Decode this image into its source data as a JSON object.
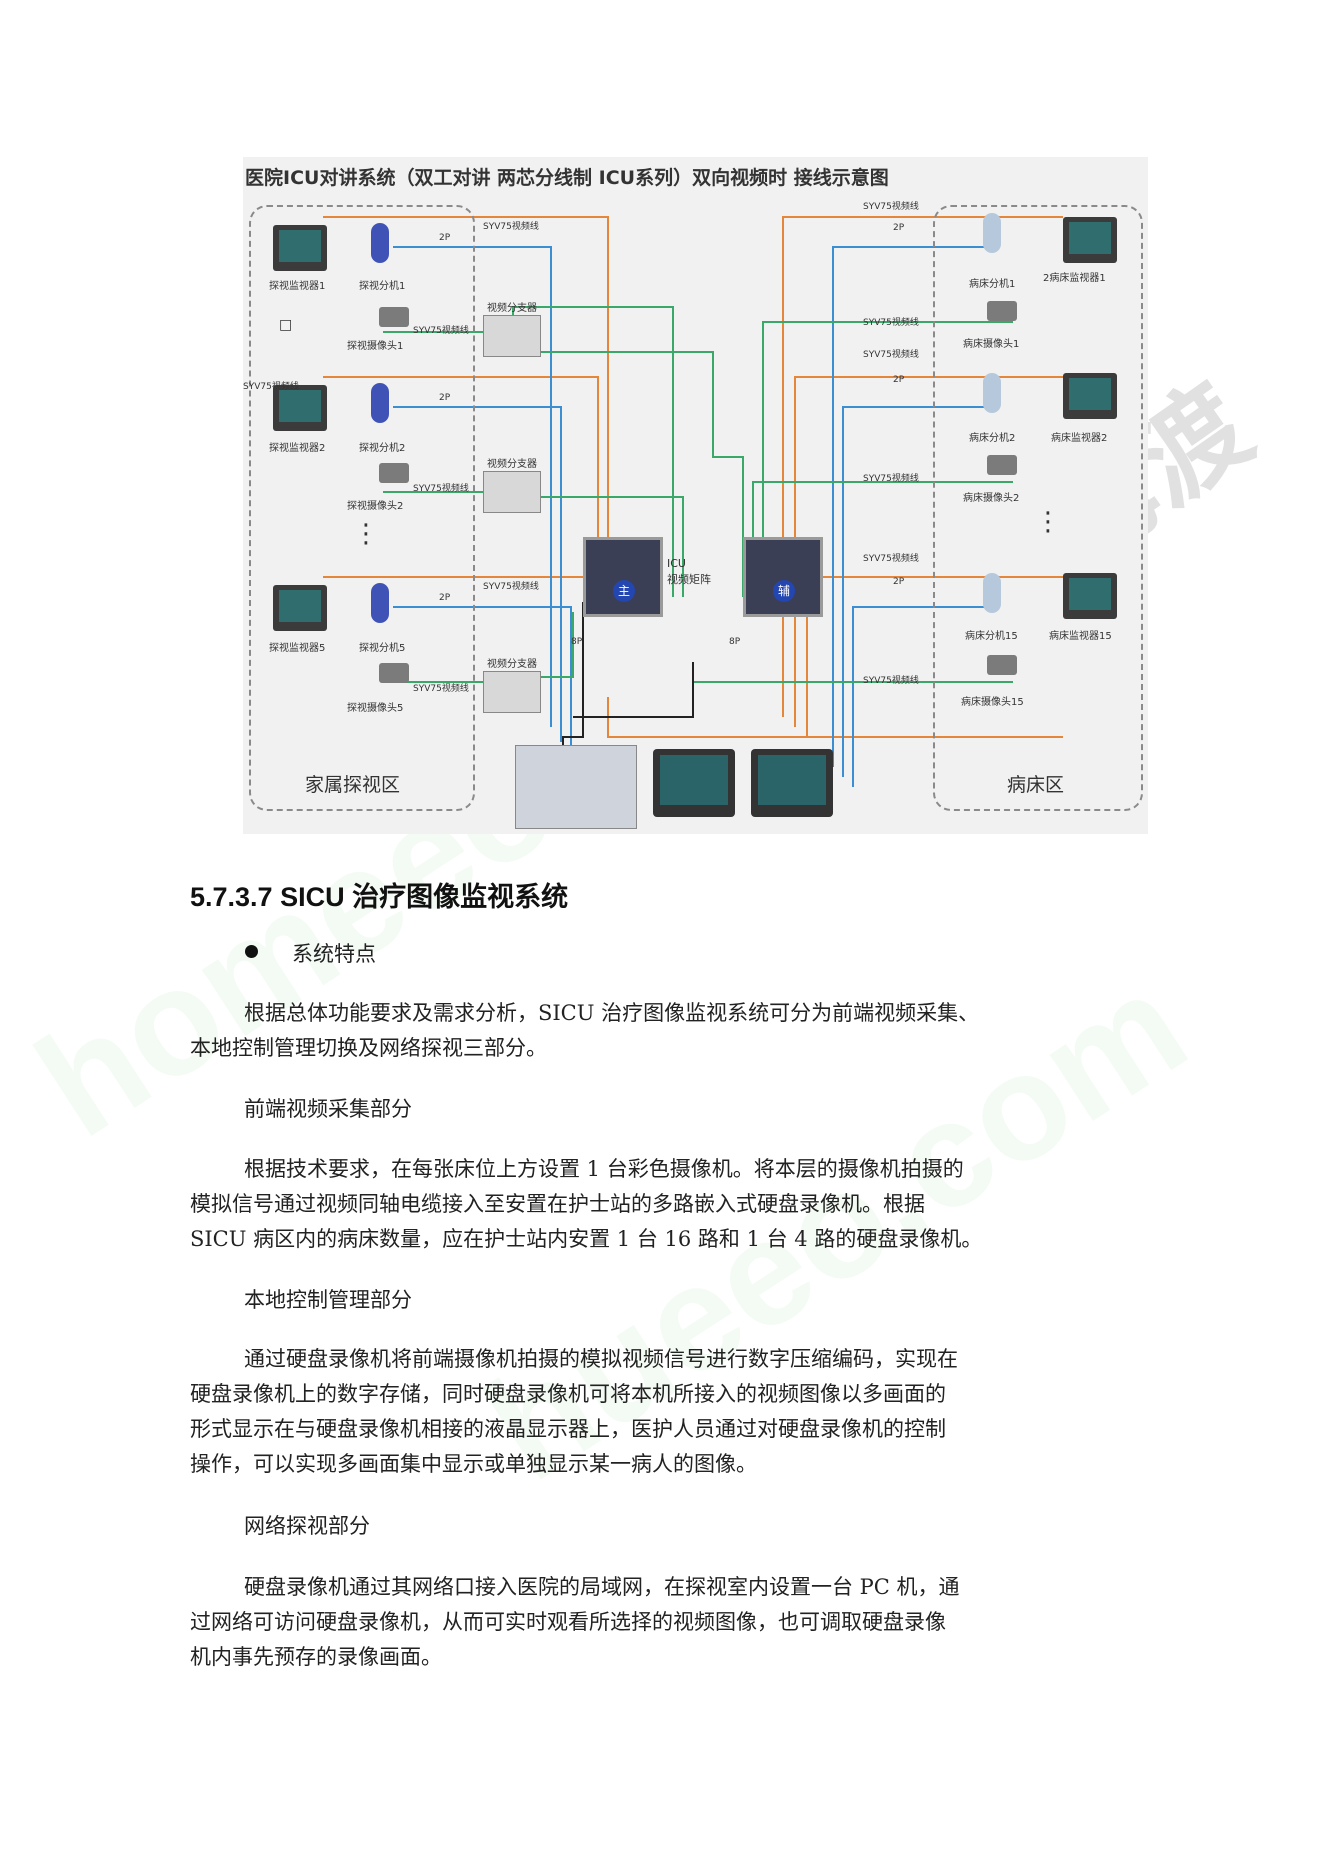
{
  "diagram": {
    "title": "医院ICU对讲系统（双工对讲 两芯分线制 ICU系列）双向视频时 接线示意图",
    "left_zone_label": "家属探视区",
    "right_zone_label": "病床区",
    "left_devices": [
      {
        "monitor": "探视监视器1",
        "phone": "探视分机1",
        "camera": "探视摄像头1"
      },
      {
        "monitor": "探视监视器2",
        "phone": "探视分机2",
        "camera": "探视摄像头2"
      },
      {
        "monitor": "探视监视器5",
        "phone": "探视分机5",
        "camera": "探视摄像头5"
      }
    ],
    "right_devices": [
      {
        "phone": "病床分机1",
        "monitor": "2病床监视器1",
        "camera": "病床摄像头1"
      },
      {
        "phone": "病床分机2",
        "monitor": "病床监视器2",
        "camera": "病床摄像头2"
      },
      {
        "phone": "病床分机15",
        "monitor": "病床监视器15",
        "camera": "病床摄像头15"
      }
    ],
    "splitter_label": "视频分支器",
    "cable_label": "SYV75视频线",
    "wire_2p": "2P",
    "wire_8p": "8P",
    "matrix_label_line1": "ICU",
    "matrix_label_line2": "视频矩阵",
    "matrix_main": "主",
    "matrix_aux": "辅",
    "dots": "⋮",
    "small_box": "□"
  },
  "watermark": {
    "text1": "homeeo.com",
    "text2": "hueeo.com",
    "cjk": "河姆渡"
  },
  "section": {
    "heading": "5.7.3.7 SICU 治疗图像监视系统",
    "bullet": "系统特点",
    "p1_line1": "根据总体功能要求及需求分析，SICU 治疗图像监视系统可分为前端视频采集、",
    "p1_line2": "本地控制管理切换及网络探视三部分。",
    "sub1": "前端视频采集部分",
    "p2_line1": "根据技术要求，在每张床位上方设置 1 台彩色摄像机。将本层的摄像机拍摄的",
    "p2_line2": "模拟信号通过视频同轴电缆接入至安置在护士站的多路嵌入式硬盘录像机。根据",
    "p2_line3": "SICU 病区内的病床数量，应在护士站内安置 1 台 16 路和 1 台 4 路的硬盘录像机。",
    "sub2": "本地控制管理部分",
    "p3_line1": "通过硬盘录像机将前端摄像机拍摄的模拟视频信号进行数字压缩编码，实现在",
    "p3_line2": "硬盘录像机上的数字存储，同时硬盘录像机可将本机所接入的视频图像以多画面的",
    "p3_line3": "形式显示在与硬盘录像机相接的液晶显示器上，医护人员通过对硬盘录像机的控制",
    "p3_line4": "操作，可以实现多画面集中显示或单独显示某一病人的图像。",
    "sub3": "网络探视部分",
    "p4_line1": "硬盘录像机通过其网络口接入医院的局域网，在探视室内设置一台 PC 机，通",
    "p4_line2": "过网络可访问硬盘录像机，从而可实时观看所选择的视频图像，也可调取硬盘录像",
    "p4_line3": "机内事先预存的录像画面。"
  }
}
